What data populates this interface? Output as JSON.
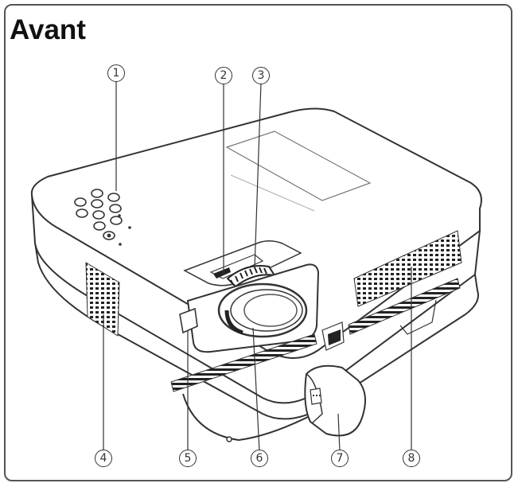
{
  "title": "Avant",
  "callouts": [
    {
      "number": "1",
      "label": "control-buttons"
    },
    {
      "number": "2",
      "label": "zoom-ring"
    },
    {
      "number": "3",
      "label": "focus-ring"
    },
    {
      "number": "4",
      "label": "side-speaker"
    },
    {
      "number": "5",
      "label": "infrared-remote-receiver"
    },
    {
      "number": "6",
      "label": "projection-lens"
    },
    {
      "number": "7",
      "label": "lens-cap"
    },
    {
      "number": "8",
      "label": "air-exhaust-vents"
    }
  ],
  "colors": {
    "outline": "#333333",
    "body_fill": "#ffffff",
    "vent_fill": "#222222",
    "frame": "#555555"
  }
}
